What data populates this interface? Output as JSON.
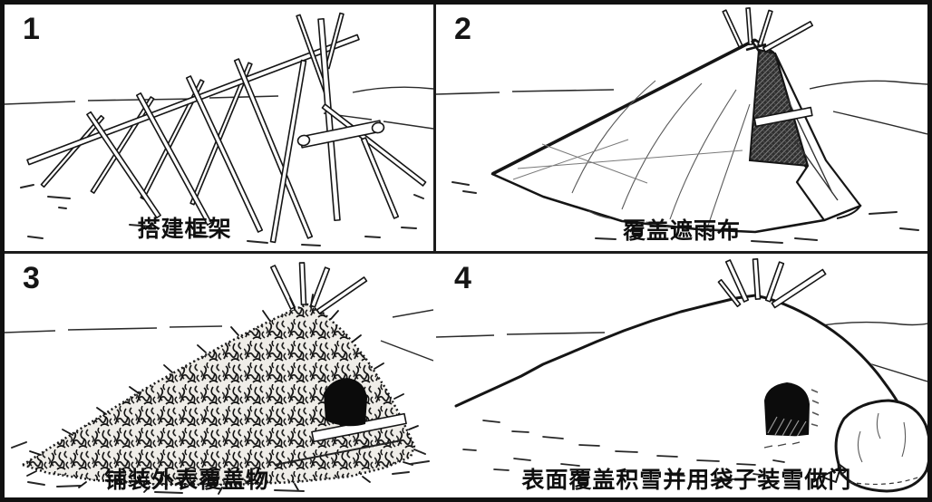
{
  "figure": {
    "description": "four-step shelter building diagram",
    "panels": [
      {
        "number": "1",
        "caption": "搭建框架",
        "illustration": "pole-frame-skeleton"
      },
      {
        "number": "2",
        "caption": "覆盖遮雨布",
        "illustration": "tarp-covered-frame"
      },
      {
        "number": "3",
        "caption": "铺装外表覆盖物",
        "illustration": "brush-covered-shelter"
      },
      {
        "number": "4",
        "caption": "表面覆盖积雪并用袋子装雪做门",
        "illustration": "snow-covered-shelter-with-snow-bag-door"
      }
    ],
    "colors": {
      "ink": "#151515",
      "paper": "#ffffff"
    }
  }
}
